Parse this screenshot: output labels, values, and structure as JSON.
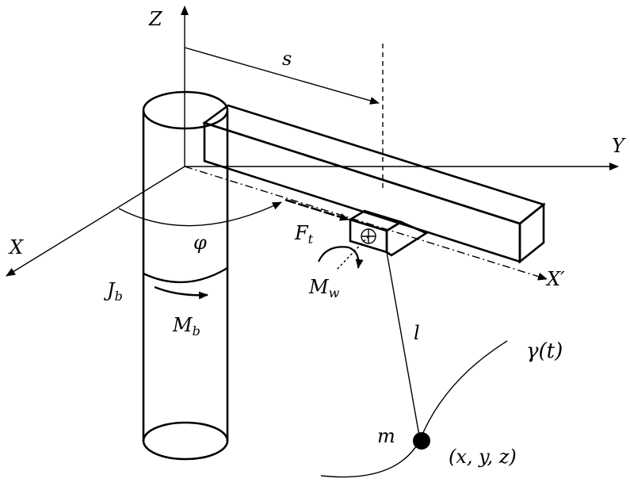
{
  "labels": {
    "z_axis": "Z",
    "y_axis": "Y",
    "x_axis": "X",
    "x_prime_axis": "X′",
    "s": "s",
    "phi": "φ",
    "F": "F",
    "F_sub": "t",
    "J": "J",
    "J_sub": "b",
    "M_b": "M",
    "M_b_sub": "b",
    "M_w": "M",
    "M_w_sub": "w",
    "l": "l",
    "m": "m",
    "gamma": "γ(t)",
    "position": "(x, y, z)"
  }
}
